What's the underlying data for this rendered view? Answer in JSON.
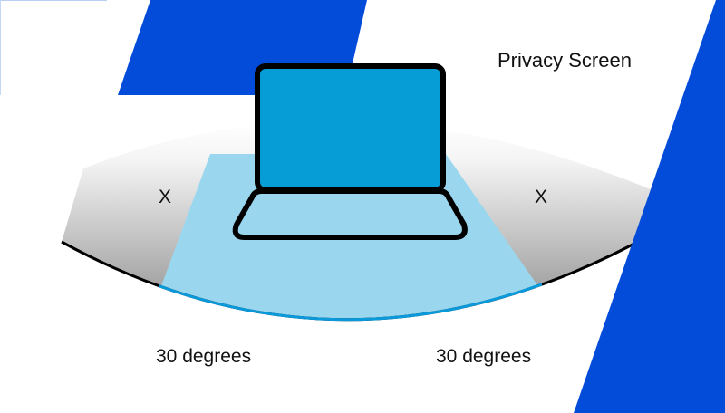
{
  "title": "Privacy Screen",
  "zones": {
    "left_mark": "X",
    "right_mark": "X"
  },
  "angles": {
    "left": "30 degrees",
    "right": "30 degrees"
  },
  "colors": {
    "brand_blue": "#034BD9",
    "screen_blue": "#069DD6",
    "view_cone": "#9AD7EF",
    "arc_blue": "#0A9ADB"
  }
}
